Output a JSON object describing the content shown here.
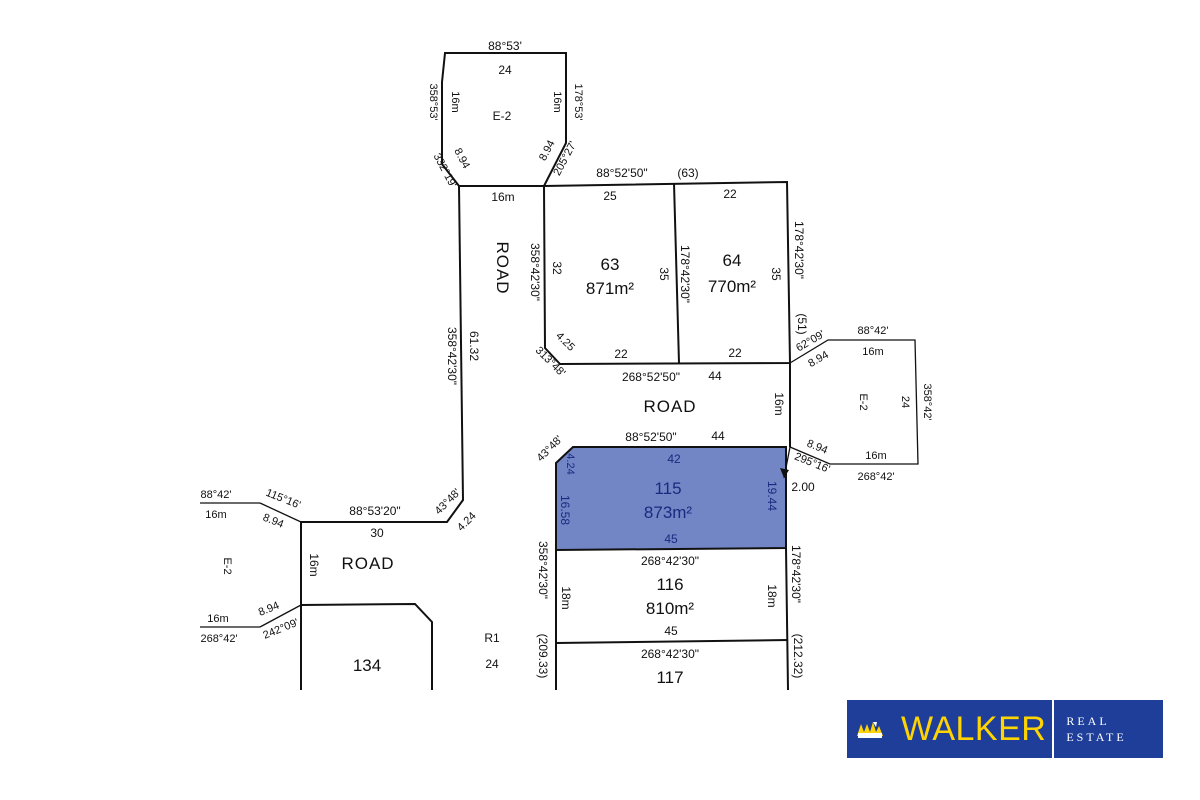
{
  "labels": {
    "e2_top_bearing_top": "88°53'",
    "e2_top_len_top": "24",
    "e2_top_left_bearing": "358°53'",
    "e2_top_left_len": "16m",
    "e2_top_right_len": "16m",
    "e2_top_right_bearing": "178°53'",
    "e2_top_name": "E-2",
    "e2_top_lc_len": "8.94",
    "e2_top_lc_bearing": "332°19'",
    "e2_top_rc_len": "8.94",
    "e2_top_rc_bearing": "205°27'",
    "road_top_width": "16m",
    "lot63_64_top_bearing": "88°52'50\"",
    "lot63_64_top_ref": "(63)",
    "lot63_top_len": "25",
    "lot64_top_len": "22",
    "road_vertical": "ROAD",
    "lot63_left_bearing": "358°42'30\"",
    "lot63_left_len": "32",
    "lot63_num": "63",
    "lot63_area": "871m²",
    "lot63_64_div_len": "35",
    "lot63_64_div_bearing": "178°42'30\"",
    "lot64_num": "64",
    "lot64_area": "770m²",
    "lot64_right_len": "35",
    "lot64_right_bearing": "178°42'30\"",
    "lot64_right_ref": "(51)",
    "road_left_bearing": "358°42'30\"",
    "road_left_len": "61.32",
    "lot63_corner_len": "4.25",
    "lot63_corner_bearing": "313°48'",
    "lot63_bottom_len": "22",
    "lot64_bottom_len": "22",
    "lots_bottom_bearing": "268°52'50\"",
    "lots_bottom_len": "44",
    "e2_right_corner_bearing": "62°09'",
    "e2_right_corner_len": "8.94",
    "e2_right_top_bearing": "88°42'",
    "e2_right_top_len": "16m",
    "e2_right_name": "E-2",
    "e2_right_side_len": "24",
    "e2_right_side_bearing": "358°42'",
    "road_middle": "ROAD",
    "road_middle_width": "16m",
    "e2_right_bc_len": "8.94",
    "e2_right_bc_bearing": "295°16'",
    "e2_right_bottom_len": "16m",
    "e2_right_bottom_bearing": "268°42'",
    "lot115_top_bearing": "88°52'50\"",
    "lot115_top_len": "44",
    "lot115_corner_bearing": "43°48'",
    "lot115_corner_len": "4.24",
    "lot115_inner_top": "42",
    "lot115_num": "115",
    "lot115_area": "873m²",
    "lot115_left_len": "16.58",
    "lot115_right_len": "19.44",
    "lot115_offset": "2.00",
    "lot115_bottom_len": "45",
    "lot116_left_bearing": "358°42'30\"",
    "lot116_top_bearing": "268°42'30\"",
    "lot116_num": "116",
    "lot116_area": "810m²",
    "lot116_left_len": "18m",
    "lot116_right_len": "18m",
    "lot116_right_bearing": "178°42'30\"",
    "lot116_bottom_len": "45",
    "left_ref": "(209.33)",
    "right_ref": "(212.32)",
    "lot117_top_bearing": "268°42'30\"",
    "lot117_num": "117",
    "e2_left_top_bearing": "88°42'",
    "e2_left_top_len": "16m",
    "e2_left_corner_bearing": "115°16'",
    "e2_left_corner_len": "8.94",
    "road_lower_bearing": "88°53'20\"",
    "road_lower_len": "30",
    "road_lower_corner_bearing": "43°48'",
    "road_lower_corner_len": "4.24",
    "road_lower": "ROAD",
    "road_lower_width": "16m",
    "e2_left_name": "E-2",
    "e2_left_bc_len": "8.94",
    "e2_left_bottom_len": "16m",
    "e2_left_bottom_bearing": "268°42'",
    "e2_left_bc_bearing": "242°09'",
    "lot134_num": "134",
    "zoning": "R1",
    "zoning_num": "24"
  },
  "logo": {
    "name": "WALKER",
    "sub_line1": "REAL",
    "sub_line2": "ESTATE"
  },
  "colors": {
    "highlight_lot": "#7285c4",
    "logo_bg": "#1e3e9a",
    "logo_text": "#ffd400"
  },
  "icons": {
    "logo_mark": "walker-logo-mark-icon"
  }
}
